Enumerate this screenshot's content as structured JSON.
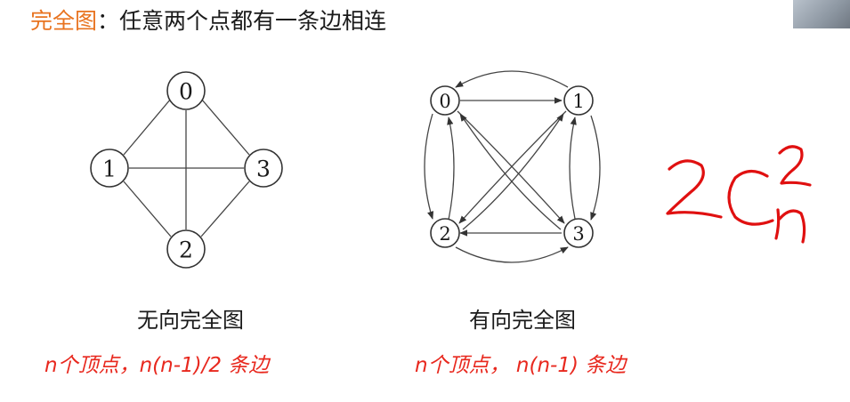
{
  "title": {
    "term": "完全图",
    "colon": "：",
    "definition": "任意两个点都有一条边相连"
  },
  "undirected": {
    "caption": "无向完全图",
    "formula": "n个顶点，n(n-1)/2 条边",
    "nodes": [
      "0",
      "1",
      "2",
      "3"
    ]
  },
  "directed": {
    "caption": "有向完全图",
    "formula": "n个顶点，  n(n-1) 条边",
    "nodes": [
      "0",
      "1",
      "2",
      "3"
    ]
  },
  "colors": {
    "accent_orange": "#e8731f",
    "formula_red": "#e8281e",
    "ink_red": "#e01010"
  }
}
